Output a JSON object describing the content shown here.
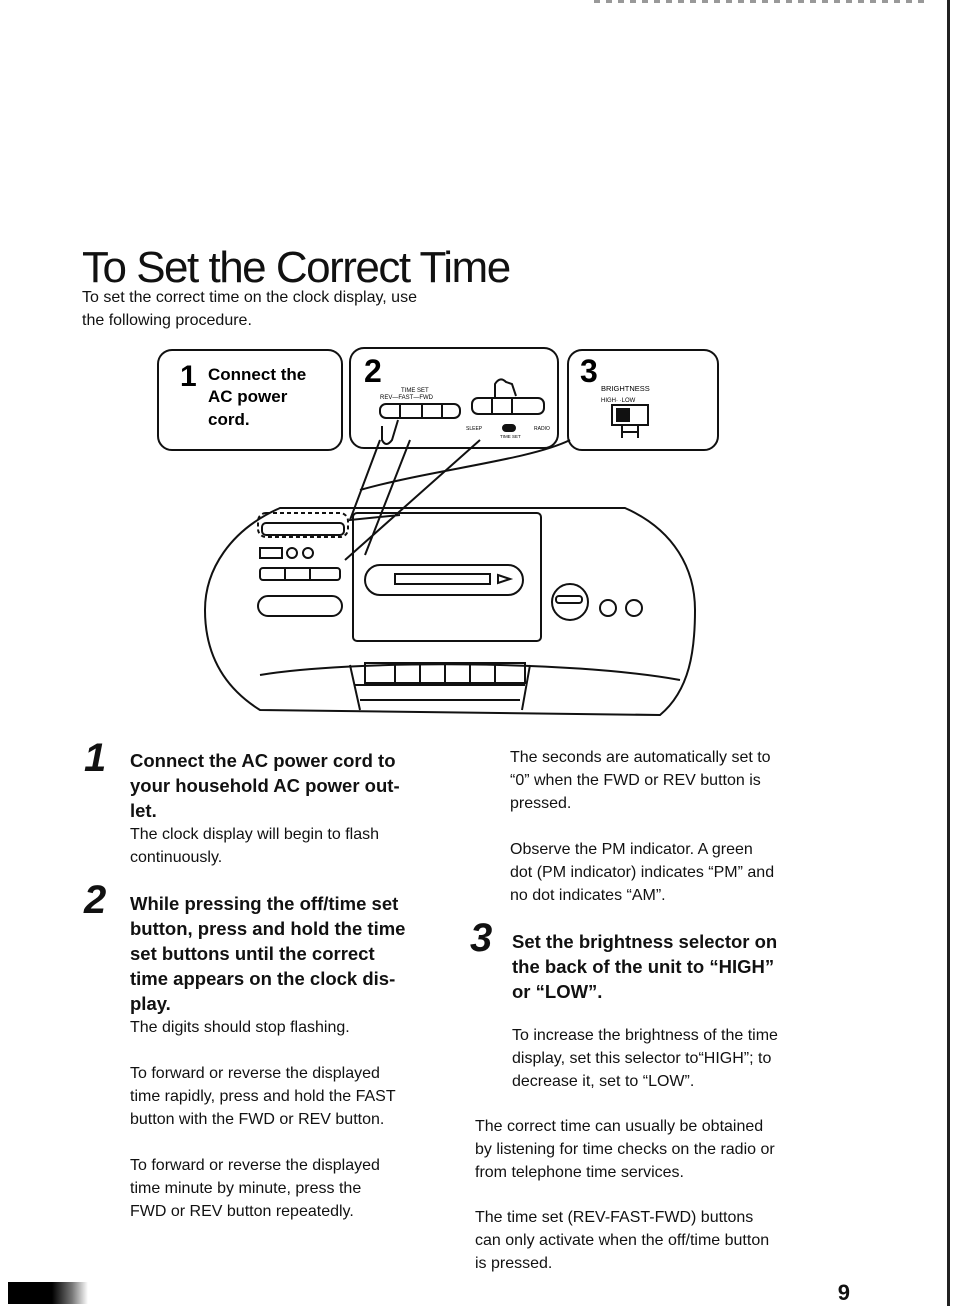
{
  "page": {
    "title": "To Set the Correct Time",
    "intro": "To set the correct time on the clock display, use the following procedure.",
    "page_number": "9"
  },
  "illustration": {
    "callout1_number": "1",
    "callout1_lines": [
      "Connect the",
      "AC power",
      "cord."
    ],
    "callout2_number": "2",
    "callout2_labels": {
      "time_set": "TIME SET",
      "rev_fast_fwd": "REV—FAST—FWD",
      "sleep": "SLEEP",
      "radio": "RADIO",
      "time_set_small": "TIME SET"
    },
    "callout3_number": "3",
    "callout3_labels": {
      "brightness": "BRIGHTNESS",
      "high_low": "HIGH·  ·LOW"
    }
  },
  "steps": [
    {
      "number": "1",
      "heading_lines": [
        "Connect the AC power cord to",
        "your household AC power out-",
        "let."
      ],
      "paragraphs": [
        [
          "The clock display will begin to flash",
          "continuously."
        ]
      ]
    },
    {
      "number": "2",
      "heading_lines": [
        "While pressing the off/time set",
        "button, press and hold the time",
        "set buttons until the correct",
        "time appears on the clock dis-",
        "play."
      ],
      "paragraphs": [
        [
          "The digits should stop flashing."
        ],
        [
          "To forward or reverse the displayed",
          "time rapidly, press and hold the FAST",
          "button with the FWD or REV button."
        ],
        [
          "To forward or reverse the displayed",
          "time minute by minute, press the",
          "FWD or REV button repeatedly."
        ]
      ]
    },
    {
      "number": "3",
      "heading_lines": [
        "Set the brightness selector on",
        "the back of the unit to “HIGH”",
        "or “LOW”."
      ],
      "paragraphs": [
        [
          "To increase the brightness of the time",
          "display, set this selector to“HIGH”; to",
          "decrease it, set to “LOW”."
        ]
      ]
    }
  ],
  "right_column": {
    "seconds_note": [
      "The seconds are automatically set to",
      "“0” when the FWD or REV button is",
      "pressed."
    ],
    "pm_note": [
      "Observe the PM indicator. A green",
      "dot (PM indicator) indicates “PM” and",
      "no dot indicates “AM”."
    ],
    "tip1": [
      "The correct time can usually be obtained",
      "by listening for time checks on the radio or",
      "from telephone time services."
    ],
    "tip2": [
      "The time set (REV-FAST-FWD) buttons",
      "can only activate when the off/time button",
      "is pressed."
    ]
  }
}
